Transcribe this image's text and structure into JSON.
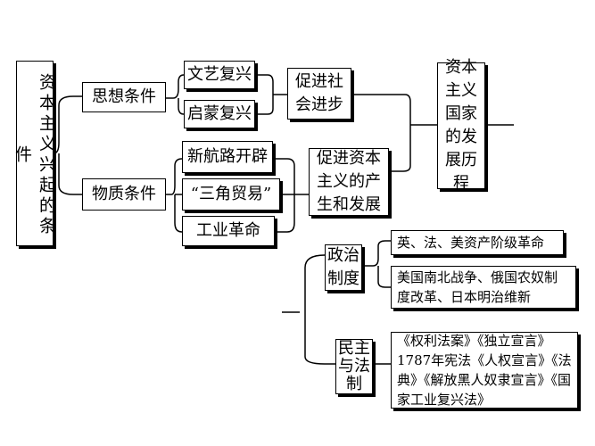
{
  "nodes": {
    "root": "资本主义兴起的条件",
    "idea_conditions": "思想条件",
    "material_conditions": "物质条件",
    "renaissance": "文艺复兴",
    "enlightenment": "启蒙复兴",
    "promote_society": "促进社会进步",
    "new_routes": "新航路开辟",
    "triangle_trade": "“三角贸易”",
    "industrial_revolution": "工业革命",
    "promote_capitalism": "促进资本主义的产生和发展",
    "development_process": "资本主义国家的发展历程",
    "political_system": "政治制度",
    "bourgeois_revolutions": "英、法、美资产阶级革命",
    "reforms": "美国南北战争、俄国农奴制度改革、日本明治维新",
    "democracy_law": "民主与法制",
    "documents": "《权利法案》《独立宣言》1787年宪法《人权宣言》《法典》《解放黑人奴隶宣言》《国家工业复兴法》"
  }
}
